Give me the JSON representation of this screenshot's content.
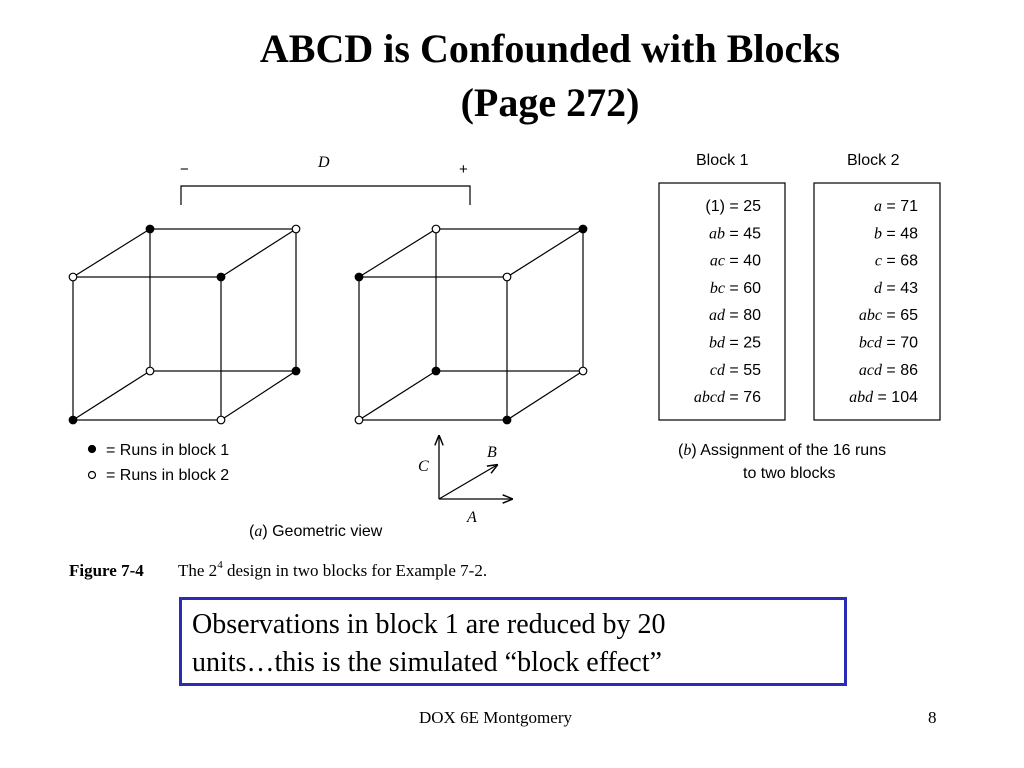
{
  "slide": {
    "title_line1": "ABCD is Confounded with Blocks",
    "title_line2": "(Page 272)"
  },
  "figure": {
    "d_label": "D",
    "d_minus": "−",
    "d_plus": "+",
    "legend_block1": "= Runs in block 1",
    "legend_block2": "= Runs in block 2",
    "axis_c": "C",
    "axis_b": "B",
    "axis_a": "A",
    "caption_a_letter": "a",
    "caption_a_text": "Geometric view",
    "caption_b_letter": "b",
    "caption_b_line1": "Assignment of the 16 runs",
    "caption_b_line2": "to two blocks",
    "figure_label": "Figure 7-4",
    "figure_text_pre": "The 2",
    "figure_text_sup": "4",
    "figure_text_post": " design in two blocks for Example 7-2."
  },
  "blocks": {
    "block1_title": "Block 1",
    "block2_title": "Block 2",
    "block1": [
      {
        "name": "(1)",
        "value": "25"
      },
      {
        "name": "ab",
        "value": "45"
      },
      {
        "name": "ac",
        "value": "40"
      },
      {
        "name": "bc",
        "value": "60"
      },
      {
        "name": "ad",
        "value": "80"
      },
      {
        "name": "bd",
        "value": "25"
      },
      {
        "name": "cd",
        "value": "55"
      },
      {
        "name": "abcd",
        "value": "76"
      }
    ],
    "block2": [
      {
        "name": "a",
        "value": "71"
      },
      {
        "name": "b",
        "value": "48"
      },
      {
        "name": "c",
        "value": "68"
      },
      {
        "name": "d",
        "value": "43"
      },
      {
        "name": "abc",
        "value": "65"
      },
      {
        "name": "bcd",
        "value": "70"
      },
      {
        "name": "acd",
        "value": "86"
      },
      {
        "name": "abd",
        "value": "104"
      }
    ]
  },
  "note": {
    "line1": "Observations in block 1 are reduced by 20",
    "line2": "units…this is the simulated “block effect”"
  },
  "footer": {
    "source": "DOX 6E Montgomery",
    "page": "8"
  }
}
